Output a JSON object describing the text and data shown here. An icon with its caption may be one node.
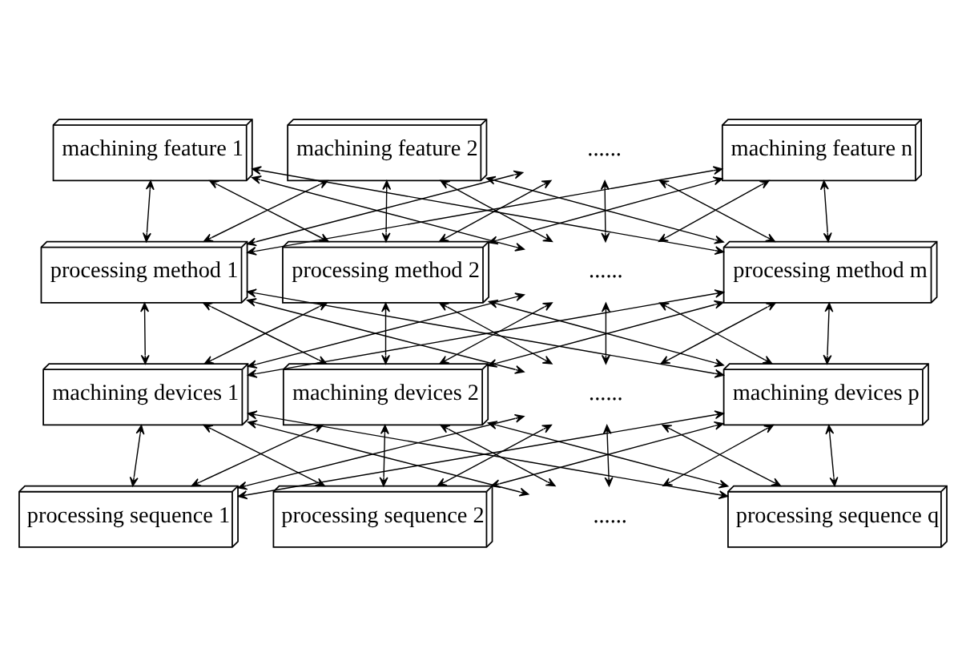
{
  "diagram": {
    "nodes": [
      {
        "text": [
          "machining feature 1"
        ]
      },
      {
        "text": [
          "machining feature 2"
        ]
      },
      {
        "text": [
          "......"
        ]
      },
      {
        "text": [
          "machining feature n"
        ]
      },
      {
        "text": [
          "processing method 1"
        ]
      },
      {
        "text": [
          "processing method 2"
        ]
      },
      {
        "text": [
          "......"
        ]
      },
      {
        "text": [
          "processing method m"
        ]
      },
      {
        "text": [
          "machining devices 1"
        ]
      },
      {
        "text": [
          "machining devices 2"
        ]
      },
      {
        "text": [
          "......"
        ]
      },
      {
        "text": [
          "machining devices p"
        ]
      },
      {
        "text": [
          "processing sequence 1"
        ]
      },
      {
        "text": [
          "processing sequence 2"
        ]
      },
      {
        "text": [
          "......"
        ]
      },
      {
        "text": [
          "processing sequence q"
        ]
      }
    ],
    "edges": [
      {
        "from": 0,
        "to": 4,
        "arrow": "both"
      },
      {
        "from": 0,
        "to": 5,
        "arrow": "both"
      },
      {
        "from": 0,
        "to": 6,
        "arrow": "both"
      },
      {
        "from": 0,
        "to": 7,
        "arrow": "both"
      },
      {
        "from": 1,
        "to": 4,
        "arrow": "both"
      },
      {
        "from": 1,
        "to": 5,
        "arrow": "both"
      },
      {
        "from": 1,
        "to": 6,
        "arrow": "both"
      },
      {
        "from": 1,
        "to": 7,
        "arrow": "both"
      },
      {
        "from": 2,
        "to": 4,
        "arrow": "both"
      },
      {
        "from": 2,
        "to": 5,
        "arrow": "both"
      },
      {
        "from": 2,
        "to": 6,
        "arrow": "both"
      },
      {
        "from": 2,
        "to": 7,
        "arrow": "both"
      },
      {
        "from": 3,
        "to": 4,
        "arrow": "both"
      },
      {
        "from": 3,
        "to": 5,
        "arrow": "both"
      },
      {
        "from": 3,
        "to": 6,
        "arrow": "both"
      },
      {
        "from": 3,
        "to": 7,
        "arrow": "both"
      },
      {
        "from": 4,
        "to": 8,
        "arrow": "both"
      },
      {
        "from": 4,
        "to": 9,
        "arrow": "both"
      },
      {
        "from": 4,
        "to": 10,
        "arrow": "both"
      },
      {
        "from": 4,
        "to": 11,
        "arrow": "both"
      },
      {
        "from": 5,
        "to": 8,
        "arrow": "both"
      },
      {
        "from": 5,
        "to": 9,
        "arrow": "both"
      },
      {
        "from": 5,
        "to": 10,
        "arrow": "both"
      },
      {
        "from": 5,
        "to": 11,
        "arrow": "both"
      },
      {
        "from": 6,
        "to": 8,
        "arrow": "both"
      },
      {
        "from": 6,
        "to": 9,
        "arrow": "both"
      },
      {
        "from": 6,
        "to": 10,
        "arrow": "both"
      },
      {
        "from": 6,
        "to": 11,
        "arrow": "both"
      },
      {
        "from": 7,
        "to": 8,
        "arrow": "both"
      },
      {
        "from": 7,
        "to": 9,
        "arrow": "both"
      },
      {
        "from": 7,
        "to": 10,
        "arrow": "both"
      },
      {
        "from": 7,
        "to": 11,
        "arrow": "both"
      },
      {
        "from": 8,
        "to": 12,
        "arrow": "both"
      },
      {
        "from": 8,
        "to": 13,
        "arrow": "both"
      },
      {
        "from": 8,
        "to": 14,
        "arrow": "both"
      },
      {
        "from": 8,
        "to": 15,
        "arrow": "both"
      },
      {
        "from": 9,
        "to": 12,
        "arrow": "both"
      },
      {
        "from": 9,
        "to": 13,
        "arrow": "both"
      },
      {
        "from": 9,
        "to": 14,
        "arrow": "both"
      },
      {
        "from": 9,
        "to": 15,
        "arrow": "both"
      },
      {
        "from": 10,
        "to": 12,
        "arrow": "both"
      },
      {
        "from": 10,
        "to": 13,
        "arrow": "both"
      },
      {
        "from": 10,
        "to": 14,
        "arrow": "both"
      },
      {
        "from": 10,
        "to": 15,
        "arrow": "both"
      },
      {
        "from": 11,
        "to": 12,
        "arrow": "both"
      },
      {
        "from": 11,
        "to": 13,
        "arrow": "both"
      },
      {
        "from": 11,
        "to": 14,
        "arrow": "both"
      },
      {
        "from": 11,
        "to": 15,
        "arrow": "both"
      }
    ]
  }
}
